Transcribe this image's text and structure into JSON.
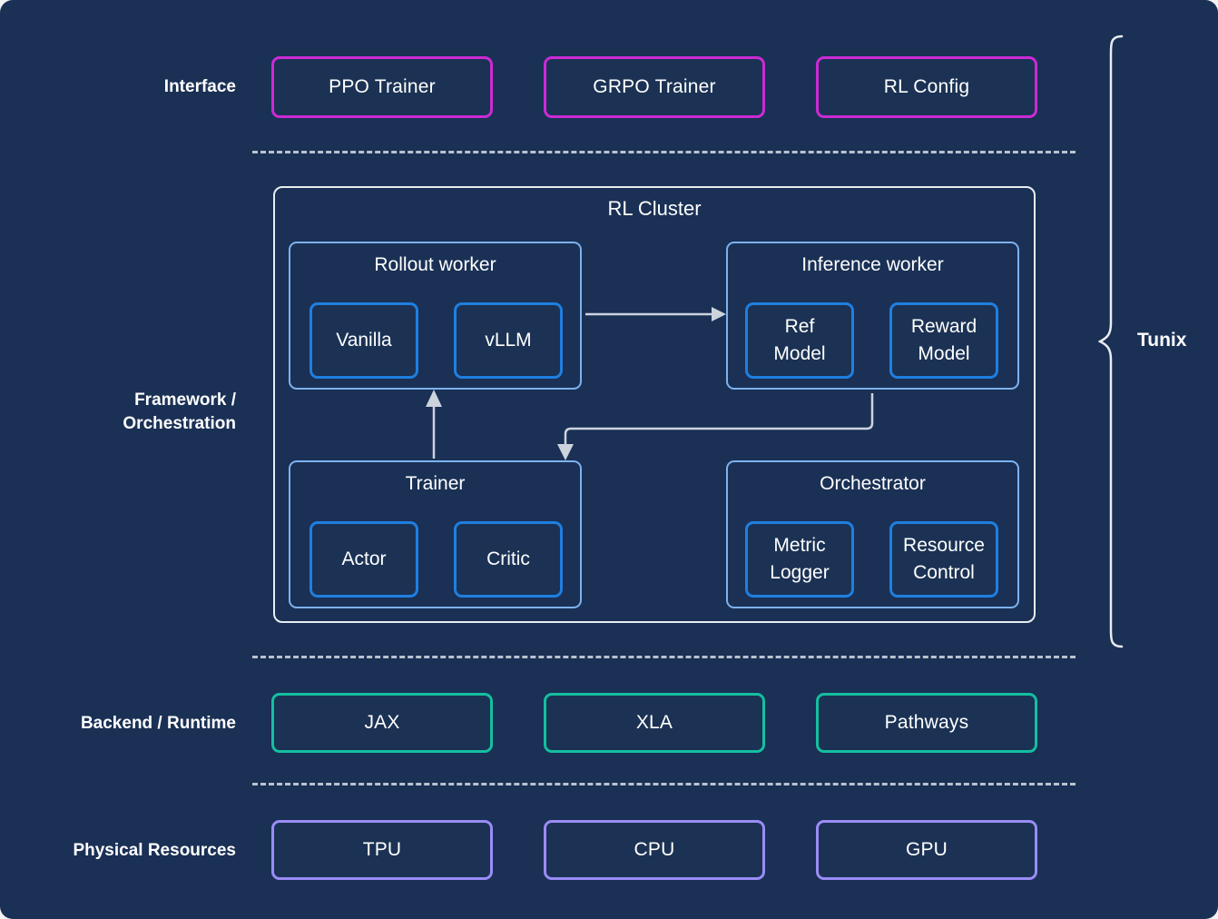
{
  "diagram": {
    "background_color": "#1a3055",
    "bracket_label": "Tunix"
  },
  "rows": [
    {
      "label": "Interface",
      "accent_color": "#cc2ad6",
      "items": [
        {
          "label": "PPO Trainer"
        },
        {
          "label": "GRPO Trainer"
        },
        {
          "label": "RL Config"
        }
      ]
    },
    {
      "label": "Framework /\nOrchestration",
      "accent_color": "#7db2ef",
      "items": []
    },
    {
      "label": "Backend / Runtime",
      "accent_color": "#14bfa0",
      "items": [
        {
          "label": "JAX"
        },
        {
          "label": "XLA"
        },
        {
          "label": "Pathways"
        }
      ]
    },
    {
      "label": "Physical Resources",
      "accent_color": "#9a8cf7",
      "items": [
        {
          "label": "TPU"
        },
        {
          "label": "CPU"
        },
        {
          "label": "GPU"
        }
      ]
    }
  ],
  "cluster": {
    "title": "RL Cluster",
    "border_color": "#e8ecf2",
    "groups": [
      {
        "id": "rollout-worker",
        "title": "Rollout worker",
        "children": [
          {
            "label": "Vanilla"
          },
          {
            "label": "vLLM"
          }
        ]
      },
      {
        "id": "inference-worker",
        "title": "Inference worker",
        "children": [
          {
            "label": "Ref\nModel"
          },
          {
            "label": "Reward\nModel"
          }
        ]
      },
      {
        "id": "trainer",
        "title": "Trainer",
        "children": [
          {
            "label": "Actor"
          },
          {
            "label": "Critic"
          }
        ]
      },
      {
        "id": "orchestrator",
        "title": "Orchestrator",
        "children": [
          {
            "label": "Metric\nLogger"
          },
          {
            "label": "Resource\nControl"
          }
        ]
      }
    ],
    "connections": [
      {
        "from": "rollout-worker",
        "to": "inference-worker"
      },
      {
        "from": "inference-worker",
        "to": "trainer"
      },
      {
        "from": "trainer",
        "to": "rollout-worker"
      }
    ]
  }
}
